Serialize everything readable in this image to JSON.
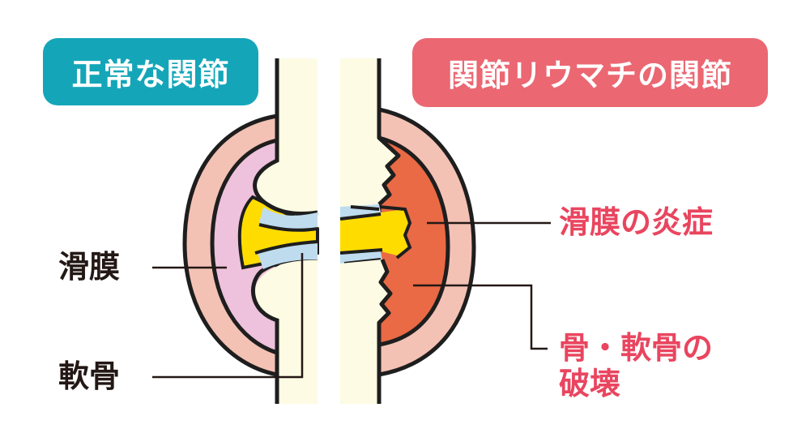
{
  "titles": {
    "normal": "正常な関節",
    "ra": "関節リウマチの関節"
  },
  "labels": {
    "synovium": "滑膜",
    "cartilage": "軟骨",
    "synovitis": "滑膜の炎症",
    "destruction_line1": "骨・軟骨の",
    "destruction_line2": "破壊"
  },
  "colors": {
    "normal_accent": "#14a6b8",
    "ra_accent": "#eb6772",
    "label_pink": "#e9455f",
    "label_dark": "#231815",
    "bone": "#fdfbe3",
    "capsule": "#f3c2b4",
    "synovium_normal": "#eec1dc",
    "synovium_inflamed": "#e96a45",
    "joint_fluid": "#ffdc00",
    "cartilage": "#bfdcef",
    "outline": "#1e1e1e"
  }
}
